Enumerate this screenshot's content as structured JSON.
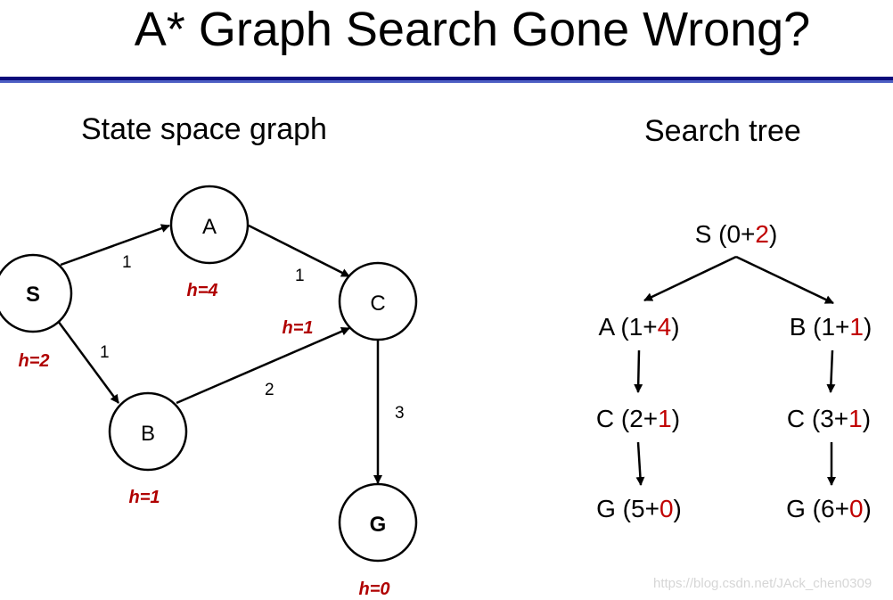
{
  "title": "A* Graph Search Gone Wrong?",
  "left_section": "State space graph",
  "right_section": "Search tree",
  "graph": {
    "nodes": {
      "S": {
        "label": "S",
        "h": "h=2"
      },
      "A": {
        "label": "A",
        "h": "h=4"
      },
      "B": {
        "label": "B",
        "h": "h=1"
      },
      "C": {
        "label": "C",
        "h": "h=1"
      },
      "G": {
        "label": "G",
        "h": "h=0"
      }
    },
    "edges": {
      "S_A": "1",
      "S_B": "1",
      "A_C": "1",
      "B_C": "2",
      "C_G": "3"
    }
  },
  "tree": {
    "S": {
      "name": "S (",
      "g": "0+",
      "h": "2",
      "close": ")"
    },
    "A": {
      "name": "A (",
      "g": "1+",
      "h": "4",
      "close": ")"
    },
    "B": {
      "name": "B (",
      "g": "1+",
      "h": "1",
      "close": ")"
    },
    "C1": {
      "name": "C (",
      "g": "2+",
      "h": "1",
      "close": ")"
    },
    "C2": {
      "name": "C (",
      "g": "3+",
      "h": "1",
      "close": ")"
    },
    "G1": {
      "name": "G (",
      "g": "5+",
      "h": "0",
      "close": ")"
    },
    "G2": {
      "name": "G (",
      "g": "6+",
      "h": "0",
      "close": ")"
    }
  },
  "watermark": "https://blog.csdn.net/JAck_chen0309",
  "colors": {
    "accent_red": "#c00000",
    "title_bar": "#0b0b7a"
  }
}
